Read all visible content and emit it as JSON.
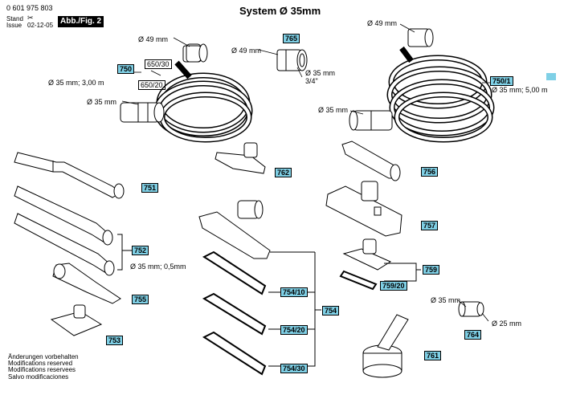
{
  "header": {
    "doc_number": "0 601 975 803",
    "stand_label": "Stand",
    "issue_label": "Issue",
    "date": "02-12-05",
    "abb_fig": "Abb./Fig. 2",
    "title": "System Ø 35mm"
  },
  "dims": {
    "d49_a": "Ø 49 mm",
    "d49_b": "Ø 49 mm",
    "d49_c": "Ø 49 mm",
    "d35_len3": "Ø 35 mm; 3,00 m",
    "d35_a": "Ø 35 mm",
    "d35_b": "Ø 35 mm",
    "d35_c": "Ø 35 mm",
    "d35_len5": "Ø 35 mm; 5,00 m",
    "thread": "3/4\"",
    "d35_tube": "Ø 35 mm; 0,5mm",
    "d35_d": "Ø 35 mm",
    "d25": "Ø 25 mm"
  },
  "parts": {
    "p750": "750",
    "p650_30": "650/30",
    "p650_20": "650/20",
    "p765": "765",
    "p750_1": "750/1",
    "p751": "751",
    "p752": "752",
    "p753": "753",
    "p754": "754",
    "p754_10": "754/10",
    "p754_20": "754/20",
    "p754_30": "754/30",
    "p755": "755",
    "p756": "756",
    "p757": "757",
    "p759": "759",
    "p759_20": "759/20",
    "p761": "761",
    "p762": "762",
    "p764": "764"
  },
  "footer": {
    "de": "Änderungen vorbehalten",
    "en": "Modifications reserved",
    "fr": "Modifications reservees",
    "es": "Salvo modificaciones"
  }
}
